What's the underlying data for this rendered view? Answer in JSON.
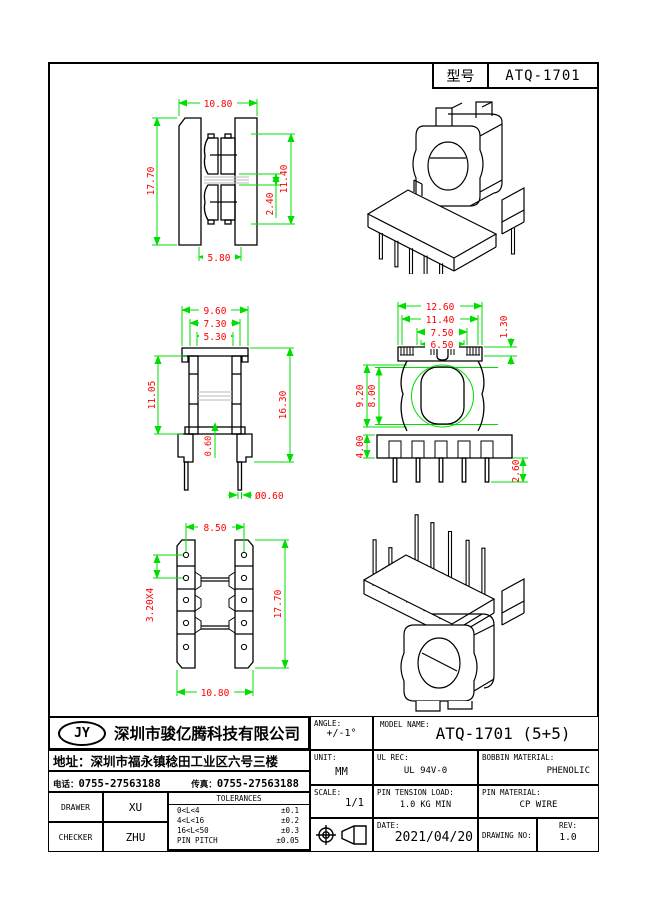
{
  "title_box": {
    "model_label": "型号",
    "model_value": "ATQ-1701"
  },
  "views": {
    "top_view": {
      "overall_width": "10.80",
      "overall_height": "17.70",
      "pad_span": "11.40",
      "pad_gap": "2.40",
      "inner_width": "5.80"
    },
    "side_view": {
      "flange_width": "9.60",
      "mid_width": "7.30",
      "inner_width": "5.30",
      "body_height": "11.05",
      "total_height": "16.30",
      "slot_width": "0.60",
      "pin_diameter": "Ø0.60"
    },
    "front_view": {
      "w_outer": "12.60",
      "w_inner": "11.40",
      "w_notch_outer": "7.50",
      "w_notch_inner": "6.50",
      "tooth_height": "1.30",
      "h_outer": "9.20",
      "h_inner": "8.00",
      "base_height": "4.00",
      "pin_length": "2.60"
    },
    "bottom_view": {
      "hole_span": "8.50",
      "pin_pitch": "3.20X4",
      "overall_height": "17.70",
      "overall_width": "10.80"
    }
  },
  "company": {
    "logo": "JY",
    "name": "深圳市骏亿腾科技有限公司",
    "address_label": "地址：",
    "address": "深圳市福永镇稔田工业区六号三楼",
    "phone_label": "电话：",
    "phone": "0755-27563188",
    "fax_label": "传真：",
    "fax": "0755-27563188"
  },
  "info_table": {
    "drawer_label": "DRAWER",
    "drawer": "XU",
    "checker_label": "CHECKER",
    "checker": "ZHU",
    "tolerances_title": "TOLERANCES",
    "tolerances": [
      {
        "range": "0<L<4",
        "tol": "±0.1"
      },
      {
        "range": "4<L<16",
        "tol": "±0.2"
      },
      {
        "range": "16<L<50",
        "tol": "±0.3"
      },
      {
        "range": "PIN PITCH",
        "tol": "±0.05"
      }
    ],
    "angle_label": "ANGLE:",
    "angle": "+/-1°",
    "model_name_label": "MODEL NAME:",
    "model_name": "ATQ-1701 (5+5)",
    "unit_label": "UNIT:",
    "unit": "MM",
    "ul_label": "UL REC:",
    "ul": "UL 94V-0",
    "bobbin_material_label": "BOBBIN MATERIAL:",
    "bobbin_material": "PHENOLIC",
    "scale_label": "SCALE:",
    "scale": "1/1",
    "pin_tension_label": "PIN TENSION LOAD:",
    "pin_tension": "1.0 KG MIN",
    "pin_material_label": "PIN MATERIAL:",
    "pin_material": "CP WIRE",
    "date_label": "DATE:",
    "date": "2021/04/20",
    "drawing_no_label": "DRAWING NO:",
    "drawing_no": "",
    "rev_label": "REV:",
    "rev": "1.0"
  },
  "colors": {
    "dim_line": "#00dd00",
    "dim_text": "#ff0000",
    "part_line": "#000000"
  }
}
